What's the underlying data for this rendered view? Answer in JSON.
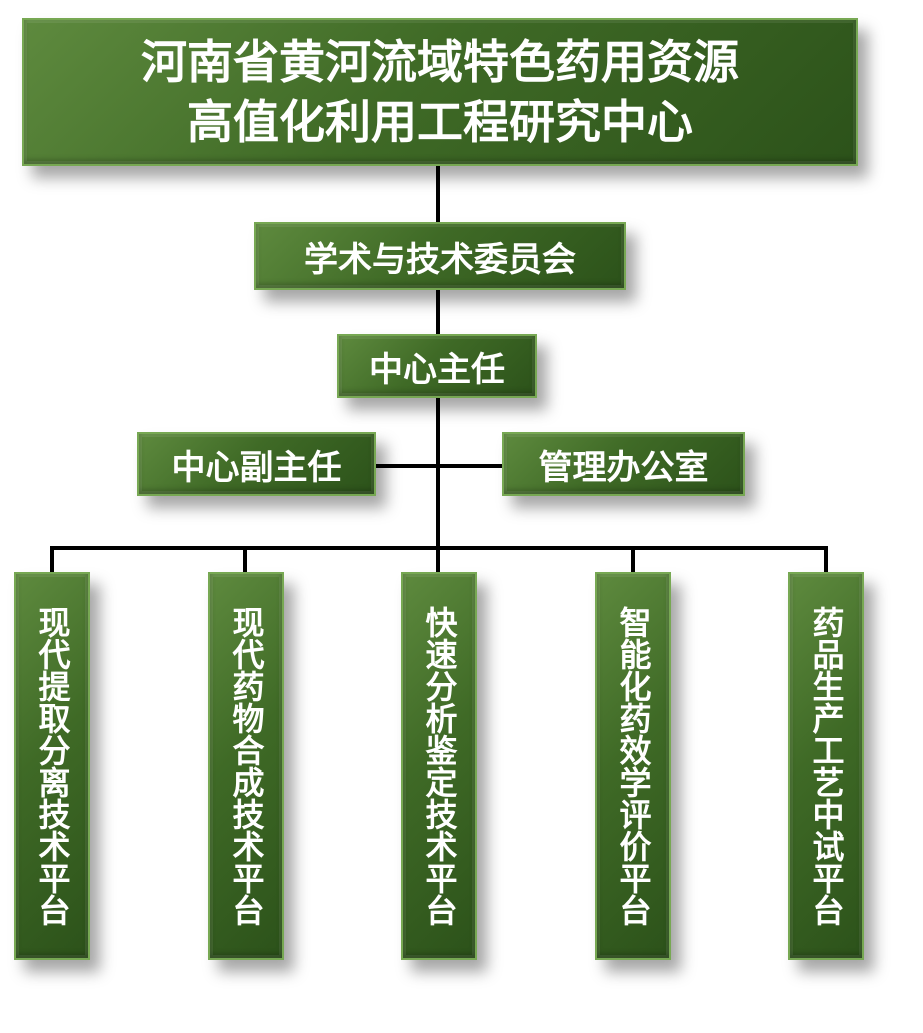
{
  "colors": {
    "box_fill": "#3f6a26",
    "box_border": "#77a853",
    "text": "#ffffff",
    "connector": "#000000"
  },
  "title": {
    "line1": "河南省黄河流域特色药用资源",
    "line2": "高值化利用工程研究中心"
  },
  "committee": "学术与技术委员会",
  "director": "中心主任",
  "deputy_director": "中心副主任",
  "admin_office": "管理办公室",
  "platforms": [
    "现代提取分离技术平台",
    "现代药物合成技术平台",
    "快速分析鉴定技术平台",
    "智能化药效学评价平台",
    "药品生产工艺中试平台"
  ]
}
